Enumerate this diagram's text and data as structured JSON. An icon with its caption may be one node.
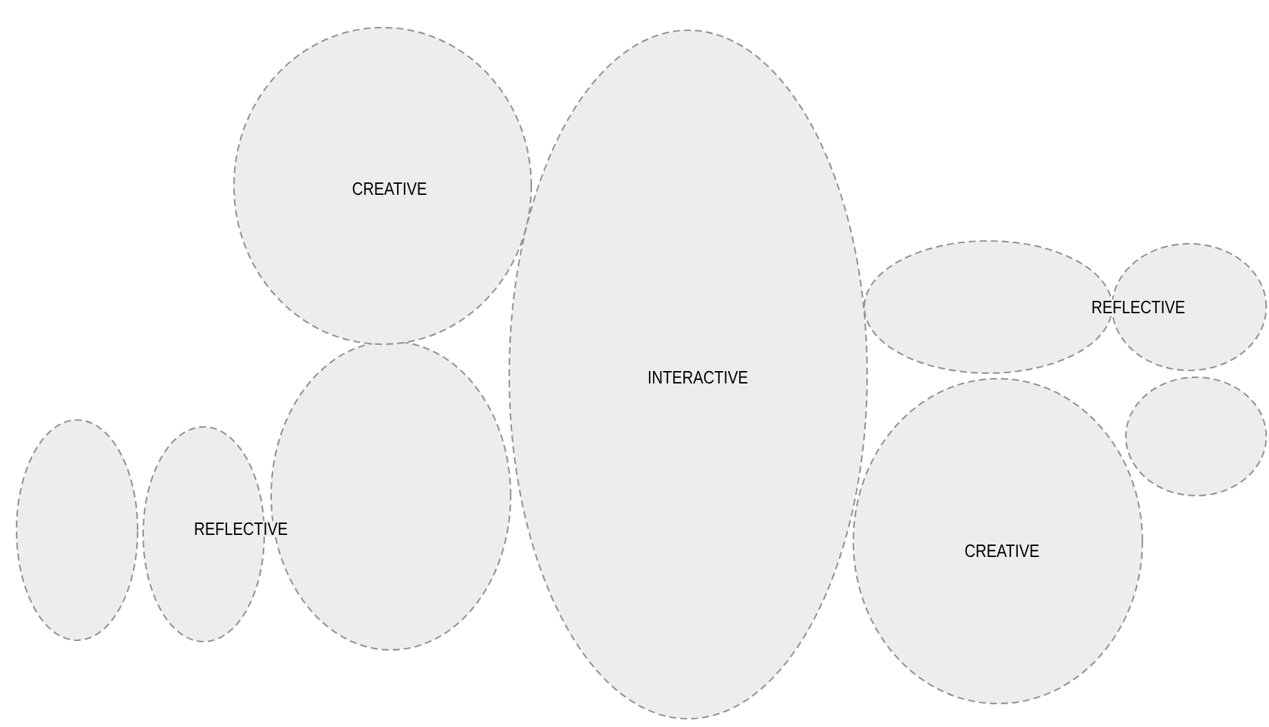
{
  "diagram": {
    "nodes": [
      {
        "text": [],
        "shape": "ellipse"
      },
      {
        "text": [
          "REFLECTIVE"
        ]
      },
      {
        "text": [
          "CREATIVE"
        ]
      },
      {
        "text": [],
        "shape": "ellipse"
      },
      {
        "text": [
          "INTERACTIVE"
        ]
      },
      {
        "text": [],
        "shape": "ellipse"
      },
      {
        "text": [
          "CREATIVE"
        ]
      },
      {
        "text": [
          "REFLECTIVE"
        ]
      },
      {
        "text": [],
        "shape": "ellipse"
      }
    ]
  }
}
